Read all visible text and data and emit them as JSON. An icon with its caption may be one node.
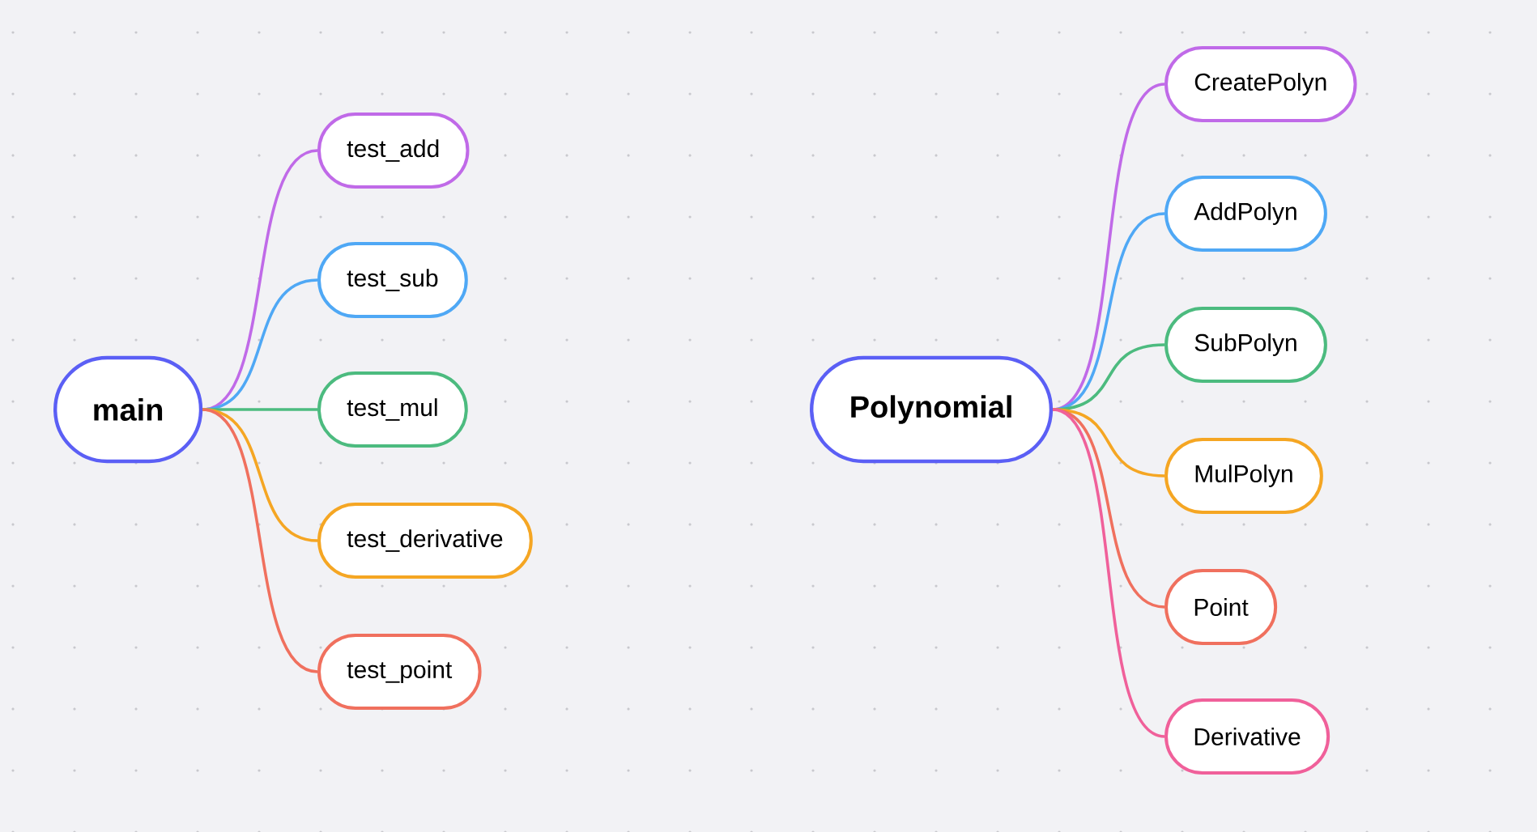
{
  "diagram": {
    "nodes": [
      {
        "text": [
          "main"
        ]
      },
      {
        "text": [
          "test_add"
        ]
      },
      {
        "text": [
          "test_sub"
        ]
      },
      {
        "text": [
          "test_mul"
        ]
      },
      {
        "text": [
          "test_derivative"
        ]
      },
      {
        "text": [
          "test_point"
        ]
      },
      {
        "text": [
          "Polynomial"
        ]
      },
      {
        "text": [
          "CreatePolyn"
        ]
      },
      {
        "text": [
          "AddPolyn"
        ]
      },
      {
        "text": [
          "SubPolyn"
        ]
      },
      {
        "text": [
          "MulPolyn"
        ]
      },
      {
        "text": [
          "Point"
        ]
      },
      {
        "text": [
          "Derivative"
        ]
      }
    ],
    "edges": [
      {
        "from": 0,
        "to": 1,
        "arrow": "none",
        "color": "#c06ae8"
      },
      {
        "from": 0,
        "to": 2,
        "arrow": "none",
        "color": "#4fa8f5"
      },
      {
        "from": 0,
        "to": 3,
        "arrow": "none",
        "color": "#4cbb7f"
      },
      {
        "from": 0,
        "to": 4,
        "arrow": "none",
        "color": "#f5a623"
      },
      {
        "from": 0,
        "to": 5,
        "arrow": "none",
        "color": "#f0705e"
      },
      {
        "from": 6,
        "to": 7,
        "arrow": "none",
        "color": "#c06ae8"
      },
      {
        "from": 6,
        "to": 8,
        "arrow": "none",
        "color": "#4fa8f5"
      },
      {
        "from": 6,
        "to": 9,
        "arrow": "none",
        "color": "#4cbb7f"
      },
      {
        "from": 6,
        "to": 10,
        "arrow": "none",
        "color": "#f5a623"
      },
      {
        "from": 6,
        "to": 11,
        "arrow": "none",
        "color": "#f0705e"
      },
      {
        "from": 6,
        "to": 12,
        "arrow": "none",
        "color": "#f0609a"
      }
    ]
  }
}
